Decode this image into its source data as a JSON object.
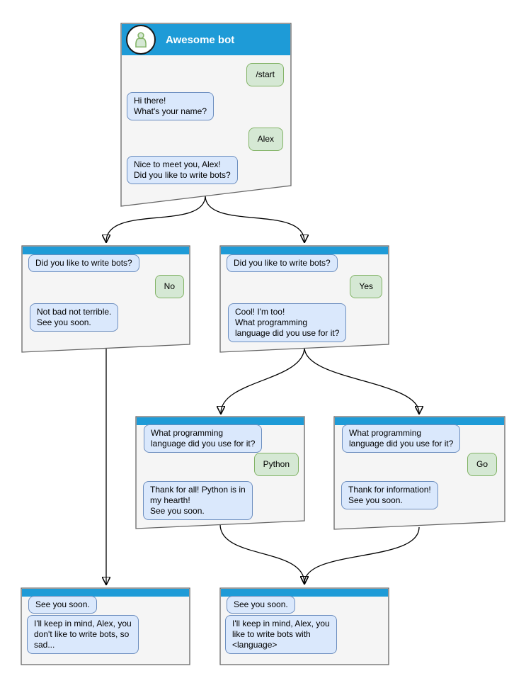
{
  "colors": {
    "titlebar": "#1e9bd7",
    "title_text": "#ffffff",
    "window_bg": "#f5f5f5",
    "window_border": "#666666",
    "bot_bg": "#dae8fc",
    "bot_border": "#6c8ebf",
    "user_bg": "#d5e8d4",
    "user_border": "#82b366",
    "arrow": "#000000"
  },
  "windows": {
    "main": {
      "title": "Awesome bot",
      "messages": [
        {
          "from": "user",
          "text": "/start"
        },
        {
          "from": "bot",
          "text": "Hi there!\nWhat's your name?"
        },
        {
          "from": "user",
          "text": "Alex"
        },
        {
          "from": "bot",
          "text": "Nice to meet you, Alex!\nDid you like to write bots?"
        }
      ]
    },
    "no_branch": {
      "messages": [
        {
          "from": "bot",
          "text": "Did you like to write bots?"
        },
        {
          "from": "user",
          "text": "No"
        },
        {
          "from": "bot",
          "text": "Not bad not terrible.\nSee you soon."
        }
      ]
    },
    "yes_branch": {
      "messages": [
        {
          "from": "bot",
          "text": "Did you like to write bots?"
        },
        {
          "from": "user",
          "text": "Yes"
        },
        {
          "from": "bot",
          "text": "Cool! I'm too!\nWhat programming\nlanguage did you use for it?"
        }
      ]
    },
    "python_branch": {
      "messages": [
        {
          "from": "bot",
          "text": "What programming\nlanguage did you use for it?"
        },
        {
          "from": "user",
          "text": "Python"
        },
        {
          "from": "bot",
          "text": "Thank for all! Python is in\nmy hearth!\nSee you soon."
        }
      ]
    },
    "go_branch": {
      "messages": [
        {
          "from": "bot",
          "text": "What programming\nlanguage did you use for it?"
        },
        {
          "from": "user",
          "text": "Go"
        },
        {
          "from": "bot",
          "text": "Thank for information!\nSee you soon."
        }
      ]
    },
    "end_no": {
      "messages": [
        {
          "from": "bot",
          "text": "See you soon."
        },
        {
          "from": "bot",
          "text": "I'll keep in mind, Alex, you\ndon't like to write bots, so\nsad..."
        }
      ]
    },
    "end_language": {
      "messages": [
        {
          "from": "bot",
          "text": "See you soon."
        },
        {
          "from": "bot",
          "text": "I'll keep in mind, Alex, you\nlike to write bots with\n<language>"
        }
      ]
    }
  },
  "connections": [
    {
      "from": "main",
      "to": "no_branch"
    },
    {
      "from": "main",
      "to": "yes_branch"
    },
    {
      "from": "yes_branch",
      "to": "python_branch"
    },
    {
      "from": "yes_branch",
      "to": "go_branch"
    },
    {
      "from": "no_branch",
      "to": "end_no"
    },
    {
      "from": "python_branch",
      "to": "end_language"
    },
    {
      "from": "go_branch",
      "to": "end_language"
    }
  ]
}
